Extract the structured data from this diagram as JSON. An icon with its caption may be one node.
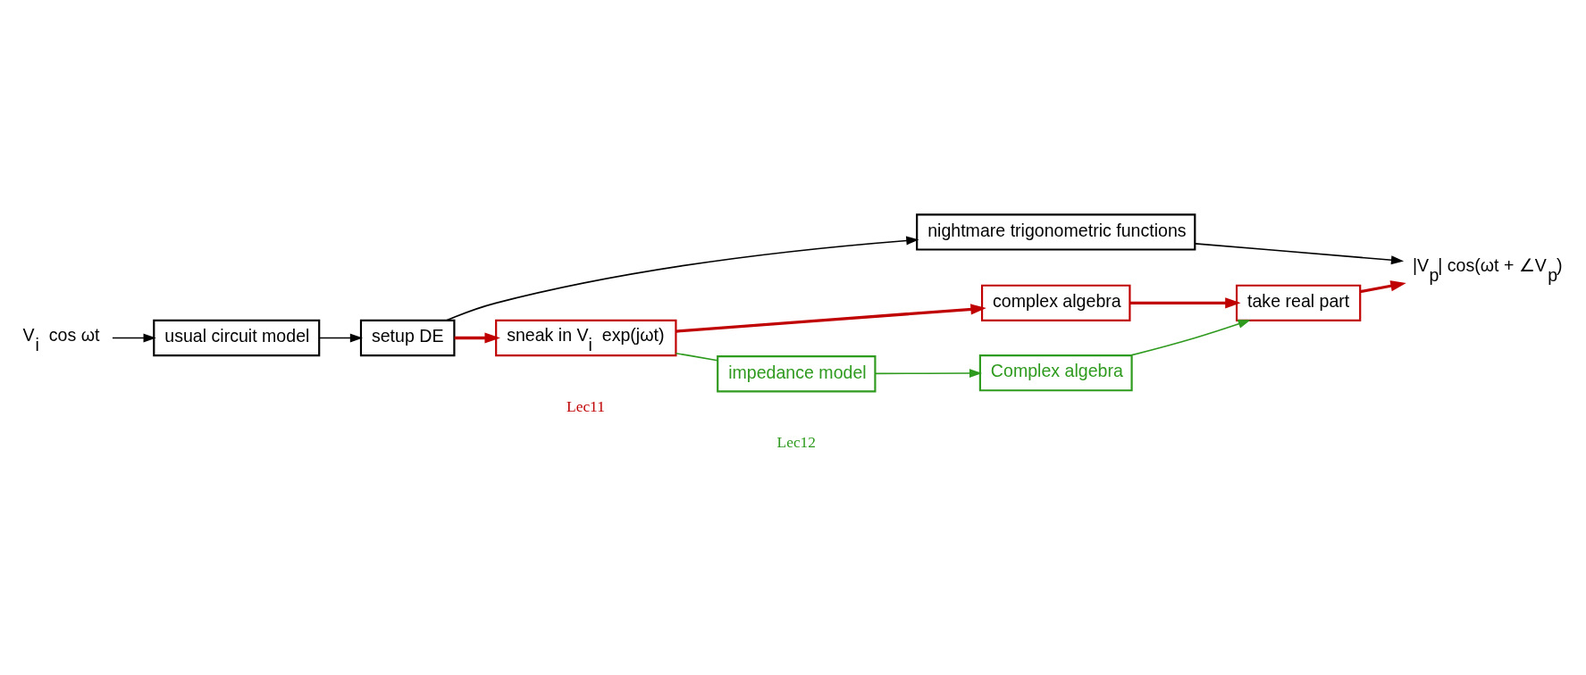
{
  "diagram": {
    "nodes": [
      {
        "text": [
          "V$_{i}$ cos ωt"
        ]
      },
      {
        "text": [
          "usual circuit model"
        ]
      },
      {
        "text": [
          "setup DE"
        ]
      },
      {
        "text": [
          "nightmare trigonometric functions"
        ]
      },
      {
        "text": [
          "|V$_{p}$| cos(ωt + ∠V$_{p}$)"
        ]
      },
      {
        "text": [
          "sneak in V$_{i}$ exp(jωt)"
        ]
      },
      {
        "text": [
          "complex algebra"
        ]
      },
      {
        "text": [
          "take real part"
        ]
      },
      {
        "text": [
          "impedance model"
        ]
      },
      {
        "text": [
          "Complex algebra"
        ]
      }
    ],
    "edges": [
      {
        "from": 0,
        "to": 1,
        "arrow": "to"
      },
      {
        "from": 1,
        "to": 2,
        "arrow": "to"
      },
      {
        "from": 2,
        "to": 3,
        "arrow": "to"
      },
      {
        "from": 2,
        "to": 5,
        "arrow": "to",
        "color": "#c00000"
      },
      {
        "from": 3,
        "to": 4,
        "arrow": "to"
      },
      {
        "from": 7,
        "to": 4,
        "arrow": "to",
        "color": "#c00000"
      },
      {
        "from": 5,
        "to": 6,
        "arrow": "to",
        "color": "#c00000"
      },
      {
        "from": 6,
        "to": 7,
        "arrow": "to",
        "color": "#c00000"
      },
      {
        "from": 5,
        "to": 8,
        "arrow": "none",
        "color": "#2e9a1e"
      },
      {
        "from": 8,
        "to": 9,
        "arrow": "to",
        "color": "#2e9a1e"
      },
      {
        "from": 9,
        "to": 7,
        "arrow": "to",
        "color": "#2e9a1e"
      }
    ],
    "labels": [
      "Lec11",
      "Lec12"
    ]
  }
}
